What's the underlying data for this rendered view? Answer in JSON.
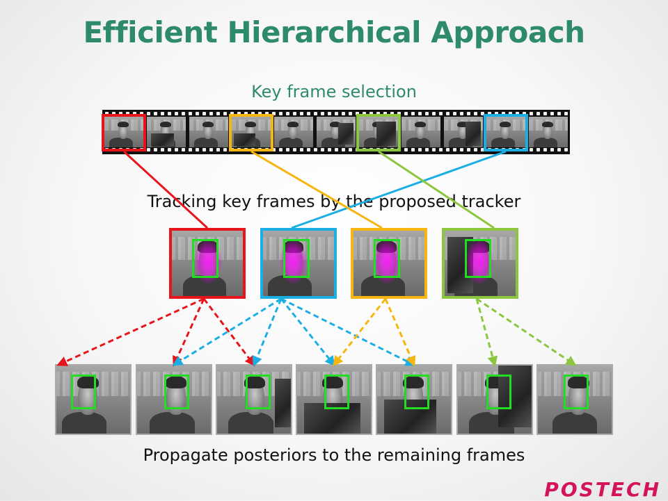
{
  "title": "Efficient Hierarchical Approach",
  "labels": {
    "key_frame_selection": "Key frame selection",
    "tracking": "Tracking key frames by the proposed tracker",
    "propagate": "Propagate posteriors to the remaining frames"
  },
  "logo": "POSTECH",
  "colors": {
    "title": "#2e8b6a",
    "red": "#e8141c",
    "yellow": "#f7b512",
    "green": "#8cc63f",
    "blue": "#1aaee3",
    "bbox": "#22dd22",
    "logo": "#d4145a"
  },
  "filmstrip_frames": 11,
  "key_frames": [
    {
      "film_index": 0,
      "color": "red"
    },
    {
      "film_index": 3,
      "color": "yellow"
    },
    {
      "film_index": 6,
      "color": "green"
    },
    {
      "film_index": 9,
      "color": "blue"
    }
  ],
  "tracked_order": [
    "red",
    "blue",
    "yellow",
    "green"
  ],
  "remaining_frames": 7
}
